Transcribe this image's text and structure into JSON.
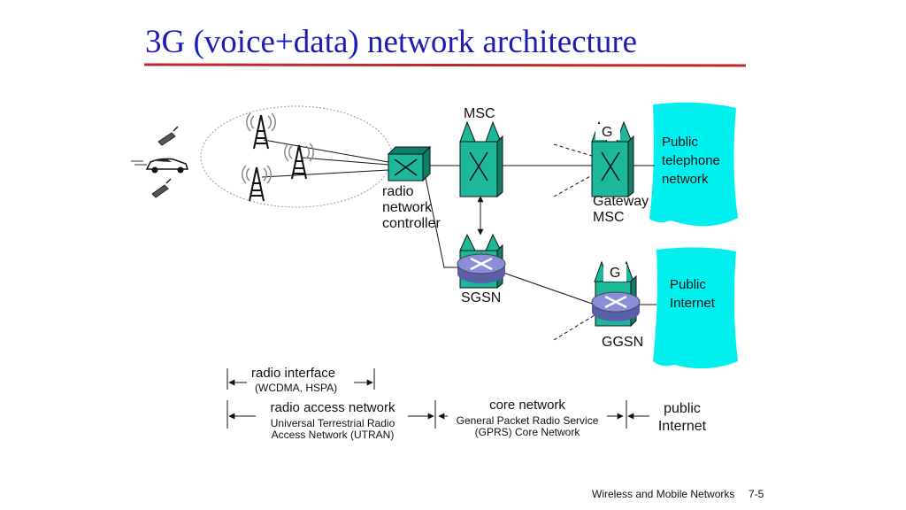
{
  "title": "3G (voice+data) network architecture",
  "nodes": {
    "msc": "MSC",
    "gateway_msc_badge": "G",
    "gateway_msc": [
      "Gateway",
      "MSC"
    ],
    "rnc": [
      "radio",
      "network",
      "controller"
    ],
    "sgsn": "SGSN",
    "ggsn_badge": "G",
    "ggsn": "GGSN",
    "public_telephone": [
      "Public",
      "telephone",
      "network"
    ],
    "public_internet_cloud": [
      "Public",
      "Internet"
    ]
  },
  "scope": {
    "radio_interface": {
      "title": "radio interface",
      "subtitle": "(WCDMA, HSPA)"
    },
    "radio_access": {
      "title": "radio access network",
      "sub1": "Universal Terrestrial Radio",
      "sub2": "Access Network (UTRAN)"
    },
    "core": {
      "title": "core network",
      "sub1": "General Packet Radio Service",
      "sub2": "(GPRS) Core Network"
    },
    "public": {
      "line1": "public",
      "line2": "Internet"
    }
  },
  "footer": {
    "text": "Wireless and Mobile Networks",
    "page": "7-5"
  },
  "colors": {
    "title": "#1c1cb4",
    "underline": "#c0282d",
    "node": "#1bb89a",
    "node_dark": "#0f7f6a",
    "cloud": "#00f0f0",
    "router": "#8a8ed8"
  }
}
